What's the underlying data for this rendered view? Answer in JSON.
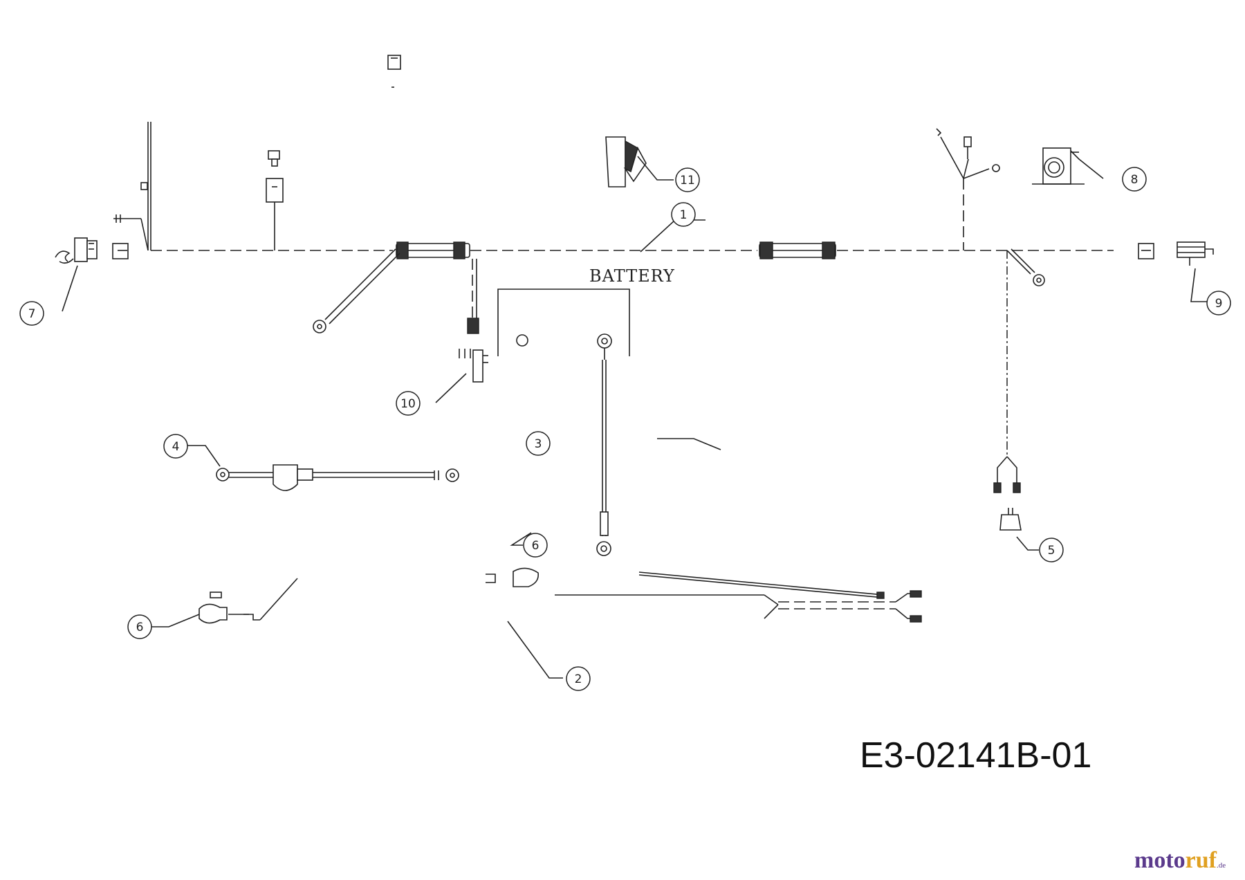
{
  "battery_label": "BATTERY",
  "drawing_code": "E3-02141B-01",
  "watermark": {
    "brand_primary": "moto",
    "brand_accent": "ruf",
    "suffix": ".de"
  },
  "colors": {
    "line": "#222222",
    "watermark_primary": "#5b3a8c",
    "watermark_accent": "#e0a020"
  },
  "callouts": [
    {
      "id": "c1",
      "label": "1"
    },
    {
      "id": "c2",
      "label": "2"
    },
    {
      "id": "c3",
      "label": "3"
    },
    {
      "id": "c4",
      "label": "4"
    },
    {
      "id": "c5",
      "label": "5"
    },
    {
      "id": "c6a",
      "label": "6"
    },
    {
      "id": "c6b",
      "label": "6"
    },
    {
      "id": "c7",
      "label": "7"
    },
    {
      "id": "c8",
      "label": "8"
    },
    {
      "id": "c9",
      "label": "9"
    },
    {
      "id": "c10",
      "label": "10"
    },
    {
      "id": "c11",
      "label": "11"
    }
  ]
}
